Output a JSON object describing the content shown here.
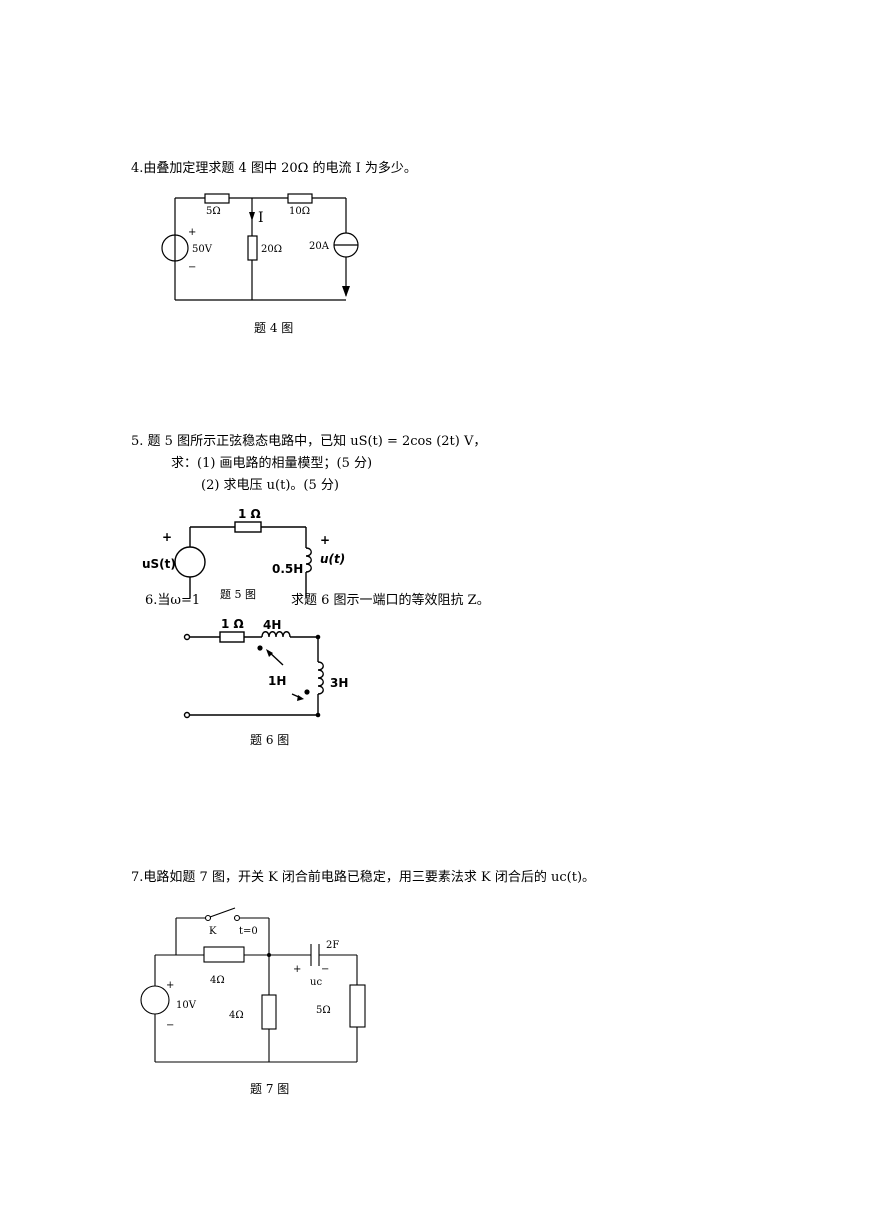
{
  "q4": {
    "text": "4.由叠加定理求题 4 图中 20Ω 的电流 I 为多少。",
    "caption": "题 4 图",
    "labels": {
      "r1": "5Ω",
      "r2": "10Ω",
      "r3": "20Ω",
      "current": "I",
      "vs": "50V",
      "cs": "20A",
      "plus": "+",
      "minus": "−"
    }
  },
  "q5": {
    "line1": "5.  题 5 图所示正弦稳态电路中，已知 uS(t) = 2cos (2t) V，",
    "line2": "求：(1) 画电路的相量模型；(5 分)",
    "line3": "(2) 求电压 u(t)。(5 分)",
    "caption": "题 5 图",
    "labels": {
      "r": "1 Ω",
      "l": "0.5H",
      "us": "uS(t)",
      "u": "u(t)",
      "plus": "+"
    }
  },
  "q6": {
    "text_left": "6.当ω=1",
    "text_right": "求题 6 图示一端口的等效阻抗 Z。",
    "caption": "题 6 图",
    "labels": {
      "r": "1 Ω",
      "l1": "4H",
      "l2": "3H",
      "m": "1H"
    }
  },
  "q7": {
    "text": "7.电路如题 7 图，开关 K 闭合前电路已稳定，用三要素法求 K 闭合后的 uc(t)。",
    "caption": "题 7 图",
    "labels": {
      "k": "K",
      "t0": "t=0",
      "c": "2F",
      "uc": "uc",
      "r1": "4Ω",
      "r2": "4Ω",
      "r3": "5Ω",
      "vs": "10V",
      "plus": "+",
      "minus": "−"
    }
  }
}
